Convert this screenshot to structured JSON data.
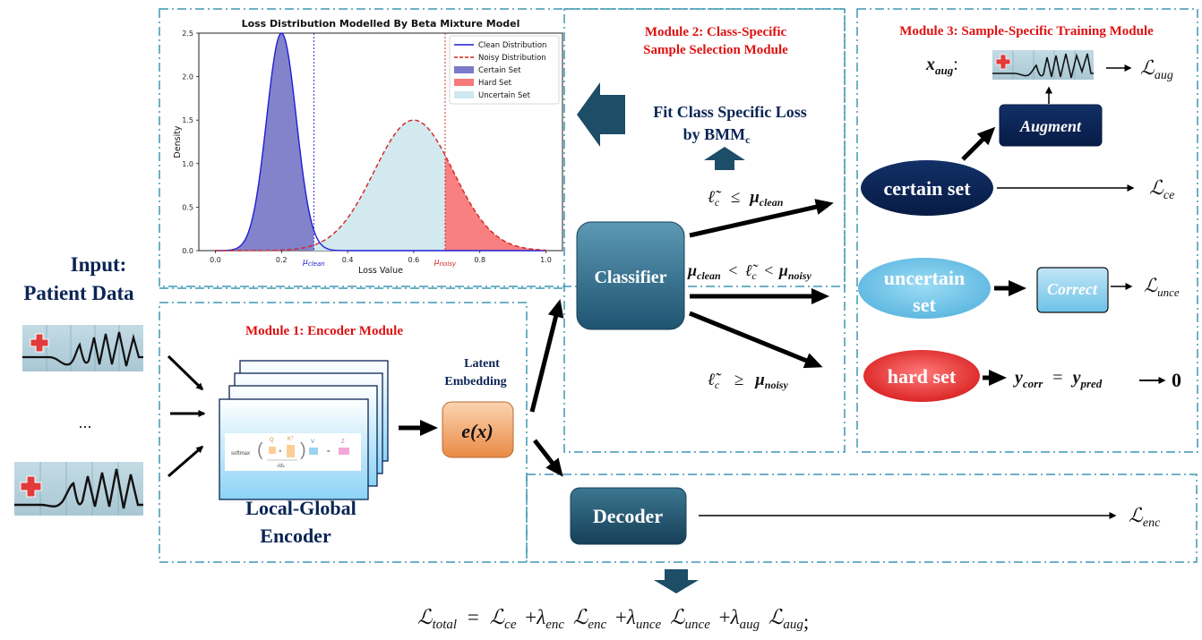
{
  "input": {
    "title_line1": "Input:",
    "title_line2": "Patient Data",
    "ellipsis": "..."
  },
  "module1": {
    "title": "Module 1: Encoder Module",
    "encoder_label_line1": "Local-Global",
    "encoder_label_line2": "Encoder",
    "formula_softmax": "softmax",
    "formula_q": "Q",
    "formula_k": "Kᵀ",
    "formula_v": "V",
    "formula_z": "Z",
    "formula_sqrt": "√dₖ",
    "latent_label_line1": "Latent",
    "latent_label_line2": "Embedding",
    "embedding_label": "e(x)"
  },
  "module2": {
    "title_line1": "Module 2: Class-Specific",
    "title_line2": "Sample Selection Module",
    "fit_line1": "Fit Class Specific Loss",
    "fit_line2_prefix": "by BMM",
    "fit_line2_sub": "c",
    "classifier_label": "Classifier",
    "cond_certain": "ℓ̃꜀ ≤ μclean",
    "cond_uncertain": "μclean < ℓ̃꜀ < μnoisy",
    "cond_hard": "ℓ̃꜀ ≥ μnoisy",
    "ell": "ℓ̃",
    "c_sub": "c",
    "le": "≤",
    "ge": "≥",
    "lt": "<",
    "mu": "μ",
    "clean_sub": "clean",
    "noisy_sub": "noisy"
  },
  "module3": {
    "title": "Module 3: Sample-Specific Training Module",
    "x_aug_base": "x",
    "x_aug_sub": "aug",
    "x_aug_colon": ":",
    "augment_label": "Augment",
    "certain_label": "certain set",
    "uncertain_label_line1": "uncertain",
    "uncertain_label_line2": "set",
    "correct_label": "Correct",
    "hard_label": "hard set",
    "y_base": "y",
    "y_corr_sub": "corr",
    "eq": "=",
    "y_pred_sub": "pred",
    "zero": "0",
    "loss_L": "ℒ",
    "aug_sub": "aug",
    "ce_sub": "ce",
    "unce_sub": "unce"
  },
  "decoder": {
    "label": "Decoder",
    "enc_sub": "enc"
  },
  "total_loss": {
    "L": "ℒ",
    "total_sub": "total",
    "eq": "=",
    "plus": "+",
    "lambda": "λ",
    "ce_sub": "ce",
    "enc_sub": "enc",
    "unce_sub": "unce",
    "aug_sub": "aug",
    "trail": ";"
  },
  "chart_data": {
    "type": "area",
    "title": "Loss Distribution Modelled By Beta Mixture Model",
    "xlabel": "Loss Value",
    "ylabel": "Density",
    "xlim": [
      -0.05,
      1.05
    ],
    "ylim": [
      0,
      2.5
    ],
    "xticks": [
      "0.0",
      "0.2",
      "0.4",
      "0.6",
      "0.8",
      "1.0"
    ],
    "yticks": [
      "0.0",
      "0.5",
      "1.0",
      "1.5",
      "2.0",
      "2.5"
    ],
    "legend_position": "top-right",
    "thresholds": [
      {
        "label": "μclean",
        "mu": "μ",
        "sub": "clean",
        "x": 0.298,
        "color": "#2222cc"
      },
      {
        "label": "μnoisy",
        "mu": "μ",
        "sub": "noisy",
        "x": 0.695,
        "color": "#cc2222"
      }
    ],
    "series": [
      {
        "name": "Clean Distribution",
        "kind": "line",
        "style": "solid",
        "color": "#1f1fd6",
        "mean": 0.2,
        "sd": 0.045,
        "peak": 2.5
      },
      {
        "name": "Noisy Distribution",
        "kind": "line",
        "style": "dashed",
        "color": "#d62020",
        "mean": 0.6,
        "sd": 0.12,
        "peak": 1.5
      },
      {
        "name": "Certain Set",
        "kind": "fill",
        "color": "#7c7cc8",
        "x_range": [
          0,
          0.298
        ]
      },
      {
        "name": "Hard Set",
        "kind": "fill",
        "color": "#f87979",
        "x_range": [
          0.695,
          1.0
        ]
      },
      {
        "name": "Uncertain Set",
        "kind": "fill",
        "color": "#cfe8ee",
        "x_range": [
          0.298,
          0.695
        ]
      }
    ]
  },
  "colors": {
    "navy": "#0b2455",
    "teal_dark": "#1d4d67",
    "teal_mid": "#4e8ca6",
    "light_blue": "#8fd0ef",
    "red": "#e03232",
    "module_title": "#dd1111",
    "dash_border": "#3e97b3"
  }
}
